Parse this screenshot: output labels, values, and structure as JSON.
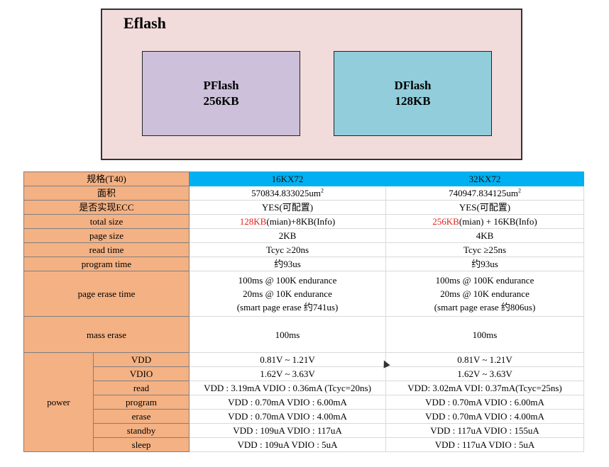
{
  "diagram": {
    "eflash_title": "Eflash",
    "pflash": {
      "name": "PFlash",
      "size": "256KB"
    },
    "dflash": {
      "name": "DFlash",
      "size": "128KB"
    },
    "colors": {
      "eflash_bg": "#f2dcdb",
      "pflash_bg": "#ccc0da",
      "dflash_bg": "#92cddc"
    }
  },
  "table": {
    "header": {
      "label": "规格(T40)",
      "col1": "16KX72",
      "col2": "32KX72"
    },
    "area": {
      "label": "面积",
      "col1": "570834.833025um",
      "col2": "740947.834125um",
      "sup": "2"
    },
    "ecc": {
      "label": "是否实现ECC",
      "col1": "YES(可配置)",
      "col2": "YES(可配置)"
    },
    "total_size": {
      "label": "total size",
      "col1_red": "128KB",
      "col1_rest": "(mian)+8KB(Info)",
      "col2_red": "256KB",
      "col2_rest": "(mian) + 16KB(Info)"
    },
    "page_size": {
      "label": "page size",
      "col1": "2KB",
      "col2": "4KB"
    },
    "read_time": {
      "label": "read time",
      "col1": "Tcyc ≥20ns",
      "col2": "Tcyc ≥25ns"
    },
    "program_time": {
      "label": "program time",
      "col1": "约93us",
      "col2": "约93us"
    },
    "page_erase": {
      "label": "page erase time",
      "col1": [
        "100ms @ 100K endurance",
        "20ms @ 10K endurance",
        "(smart page erase 约741us)"
      ],
      "col2": [
        "100ms @ 100K endurance",
        "20ms @ 10K endurance",
        "(smart page erase 约806us)"
      ]
    },
    "mass_erase": {
      "label": "mass erase",
      "col1": "100ms",
      "col2": "100ms"
    },
    "power": {
      "label": "power",
      "rows": [
        {
          "label": "VDD",
          "col1": "0.81V ~ 1.21V",
          "col2": "0.81V ~ 1.21V"
        },
        {
          "label": "VDIO",
          "col1": "1.62V ~ 3.63V",
          "col2": "1.62V ~ 3.63V"
        },
        {
          "label": "read",
          "col1": "VDD : 3.19mA  VDIO : 0.36mA (Tcyc=20ns)",
          "col2": "VDD: 3.02mA VDI: 0.37mA(Tcyc=25ns)"
        },
        {
          "label": "program",
          "col1": "VDD : 0.70mA  VDIO : 6.00mA",
          "col2": "VDD : 0.70mA  VDIO : 6.00mA"
        },
        {
          "label": "erase",
          "col1": "VDD : 0.70mA  VDIO : 4.00mA",
          "col2": "VDD : 0.70mA  VDIO : 4.00mA"
        },
        {
          "label": "standby",
          "col1": "VDD : 109uA  VDIO : 117uA",
          "col2": "VDD : 117uA  VDIO : 155uA"
        },
        {
          "label": "sleep",
          "col1": "VDD : 109uA  VDIO : 5uA",
          "col2": "VDD : 117uA  VDIO : 5uA"
        }
      ]
    },
    "colors": {
      "label_bg": "#f4b183",
      "header_bg": "#00b0f0",
      "highlight": "#e0201d"
    }
  }
}
